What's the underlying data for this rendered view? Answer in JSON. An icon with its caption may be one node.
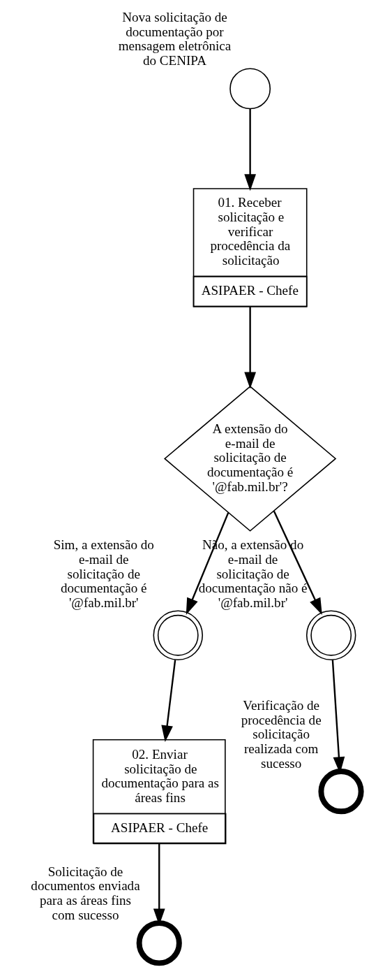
{
  "diagram": {
    "nodes": [
      {
        "text": [],
        "shape": "circle",
        "beside": [
          "Nova solicitação de documentação por mensagem eletrônica do CENIPA"
        ]
      },
      {
        "text": [
          "01. Receber solicitação e verificar procedência da solicitação",
          "ASIPAER - Chefe"
        ]
      },
      {
        "text": [
          "A extensão do e-mail de solicitação de documentação é '@fab.mil.br'?"
        ]
      },
      {
        "text": [],
        "shape": "circle",
        "beside": [
          "Sim, a extensão do e-mail de solicitação de documentação é '@fab.mil.br'"
        ]
      },
      {
        "text": [],
        "shape": "circle",
        "beside": [
          "Não, a extensão do e-mail de solicitação de documentação não é '@fab.mil.br'"
        ]
      },
      {
        "text": [
          "02. Enviar solicitação de documentação para as áreas fins",
          "ASIPAER - Chefe"
        ]
      },
      {
        "text": [],
        "shape": "circle",
        "beside": [
          "Verificação de procedência de solicitação realizada com sucesso"
        ]
      },
      {
        "text": [],
        "shape": "circle",
        "beside": [
          "Solicitação de documentos enviada para as áreas fins com sucesso"
        ]
      }
    ],
    "edges": [
      {
        "from": 0,
        "to": 1,
        "arrow": "to"
      },
      {
        "from": 1,
        "to": 2,
        "arrow": "to"
      },
      {
        "from": 2,
        "to": 3,
        "arrow": "to"
      },
      {
        "from": 2,
        "to": 4,
        "arrow": "to"
      },
      {
        "from": 3,
        "to": 5,
        "arrow": "to"
      },
      {
        "from": 4,
        "to": 6,
        "arrow": "to"
      },
      {
        "from": 5,
        "to": 7,
        "arrow": "to"
      }
    ]
  }
}
